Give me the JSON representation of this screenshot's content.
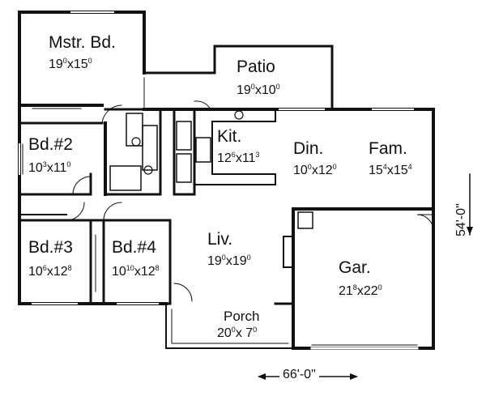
{
  "rooms": {
    "master": {
      "name": "Mstr. Bd.",
      "w": "19",
      "ws": "0",
      "h": "15",
      "hs": "0"
    },
    "bd2": {
      "name": "Bd.#2",
      "w": "10",
      "ws": "3",
      "h": "11",
      "hs": "0"
    },
    "bd3": {
      "name": "Bd.#3",
      "w": "10",
      "ws": "6",
      "h": "12",
      "hs": "8"
    },
    "bd4": {
      "name": "Bd.#4",
      "w": "10",
      "ws": "10",
      "h": "12",
      "hs": "8"
    },
    "patio": {
      "name": "Patio",
      "w": "19",
      "ws": "0",
      "h": "10",
      "hs": "0"
    },
    "kit": {
      "name": "Kit.",
      "w": "12",
      "ws": "6",
      "h": "11",
      "hs": "3"
    },
    "din": {
      "name": "Din.",
      "w": "10",
      "ws": "0",
      "h": "12",
      "hs": "0"
    },
    "fam": {
      "name": "Fam.",
      "w": "15",
      "ws": "4",
      "h": "15",
      "hs": "4"
    },
    "liv": {
      "name": "Liv.",
      "w": "19",
      "ws": "0",
      "h": "19",
      "hs": "0"
    },
    "gar": {
      "name": "Gar.",
      "w": "21",
      "ws": "8",
      "h": "22",
      "hs": "0"
    },
    "porch": {
      "name": "Porch",
      "w": "20",
      "ws": "0",
      "h": " 7",
      "hs": "0"
    }
  },
  "dimensions": {
    "depth": "54'-0\"",
    "width": "66'-0\""
  },
  "colors": {
    "wall": "#111111",
    "background": "#ffffff"
  }
}
